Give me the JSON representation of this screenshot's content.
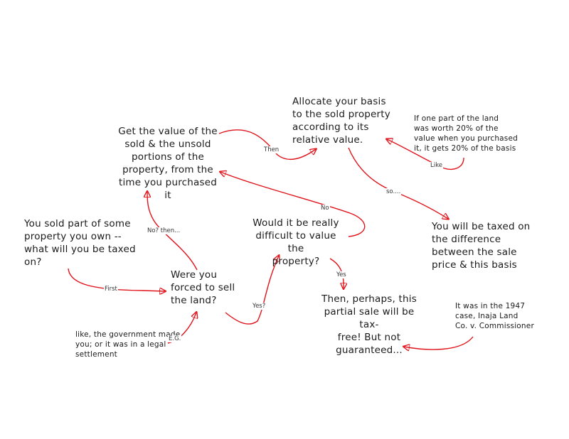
{
  "diagram": {
    "type": "concept-map",
    "accent_color": "#e0141c",
    "nodes": [
      {
        "id": "start",
        "text": "You sold part of some\nproperty you own --\nwhat will you be taxed\non?"
      },
      {
        "id": "forced",
        "text": "Were you\nforced to sell\nthe land?"
      },
      {
        "id": "example",
        "text": "like, the government made\nyou; or it was in a legal\nsettlement"
      },
      {
        "id": "get_value",
        "text": "Get the value of the\nsold & the unsold\nportions of the\nproperty, from the\ntime you purchased it"
      },
      {
        "id": "allocate",
        "text": "Allocate your basis\nto the sold property\naccording to its\nrelative value."
      },
      {
        "id": "like_example",
        "text": "If one part of the land\nwas worth 20% of the\nvalue when you purchased\nit, it gets 20% of the basis"
      },
      {
        "id": "taxed",
        "text": "You will be taxed on\nthe difference\nbetween the sale\nprice & this basis"
      },
      {
        "id": "difficult",
        "text": "Would it be really\ndifficult to value the\nproperty?"
      },
      {
        "id": "tax_free",
        "text": "Then, perhaps, this\npartial sale will be tax-\nfree! But not\nguaranteed..."
      },
      {
        "id": "case",
        "text": "It was in the 1947\ncase, Inaja Land\nCo. v. Commissioner"
      }
    ],
    "edges": [
      {
        "from": "start",
        "to": "forced",
        "label": "First"
      },
      {
        "from": "example",
        "to": "forced",
        "label": "E.G."
      },
      {
        "from": "forced",
        "to": "get_value",
        "label": "No? then..."
      },
      {
        "from": "forced",
        "to": "difficult",
        "label": "Yes?"
      },
      {
        "from": "get_value",
        "to": "allocate",
        "label": "Then"
      },
      {
        "from": "like_example",
        "to": "allocate",
        "label": "Like"
      },
      {
        "from": "allocate",
        "to": "taxed",
        "label": "so...."
      },
      {
        "from": "difficult",
        "to": "get_value",
        "label": "No"
      },
      {
        "from": "difficult",
        "to": "tax_free",
        "label": "Yes"
      },
      {
        "from": "case",
        "to": "tax_free",
        "label": ""
      }
    ]
  }
}
